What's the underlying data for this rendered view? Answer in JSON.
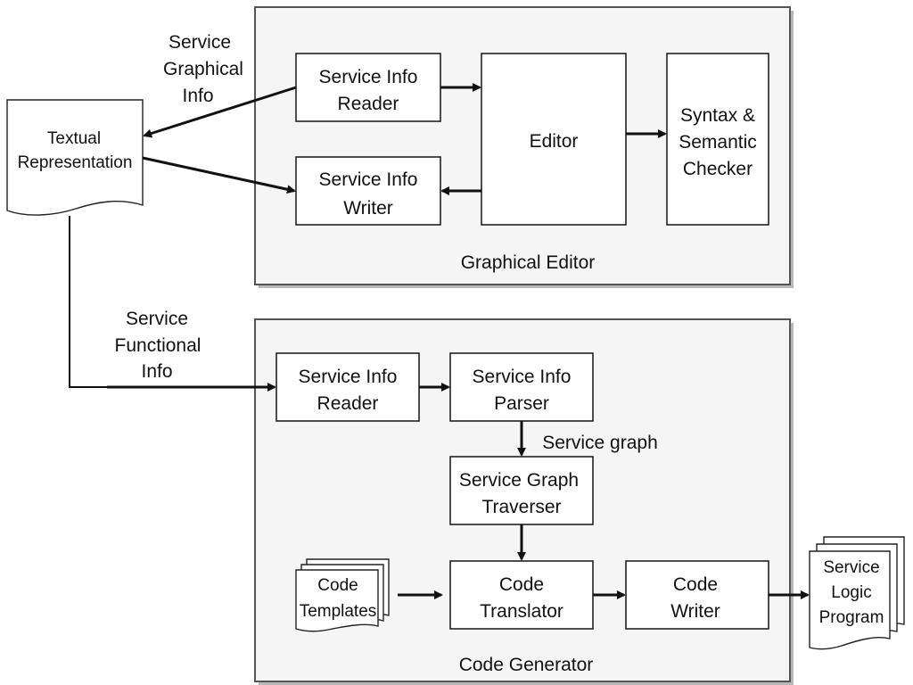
{
  "colors": {
    "group_fill": "#f5f5f5",
    "group_border": "#555555",
    "node_fill": "#ffffff",
    "stroke": "#111111"
  },
  "groups": {
    "graphical_editor": {
      "label": "Graphical Editor"
    },
    "code_generator": {
      "label": "Code Generator"
    }
  },
  "nodes": {
    "ge_reader": {
      "lines": [
        "Service Info",
        "Reader"
      ]
    },
    "ge_writer": {
      "lines": [
        "Service Info",
        "Writer"
      ]
    },
    "editor": {
      "lines": [
        "Editor"
      ]
    },
    "checker": {
      "lines": [
        "Syntax &",
        "Semantic",
        "Checker"
      ]
    },
    "cg_reader": {
      "lines": [
        "Service Info",
        "Reader"
      ]
    },
    "parser": {
      "lines": [
        "Service Info",
        "Parser"
      ]
    },
    "traverser": {
      "lines": [
        "Service Graph",
        "Traverser"
      ]
    },
    "translator": {
      "lines": [
        "Code",
        "Translator"
      ]
    },
    "writer": {
      "lines": [
        "Code",
        "Writer"
      ]
    }
  },
  "documents": {
    "textual": {
      "lines": [
        "Textual",
        "Representation"
      ]
    },
    "templates": {
      "lines": [
        "Code",
        "Templates"
      ]
    },
    "program": {
      "lines": [
        "Service",
        "Logic",
        "Program"
      ]
    }
  },
  "edge_labels": {
    "graphical_info": {
      "lines": [
        "Service",
        "Graphical",
        "Info"
      ]
    },
    "functional_info": {
      "lines": [
        "Service",
        "Functional",
        "Info"
      ]
    },
    "service_graph": "Service graph"
  },
  "edges": [
    {
      "from": "ge_reader",
      "to": "textual"
    },
    {
      "from": "textual",
      "to": "ge_writer"
    },
    {
      "from": "ge_reader",
      "to": "editor"
    },
    {
      "from": "editor",
      "to": "ge_writer"
    },
    {
      "from": "editor",
      "to": "checker"
    },
    {
      "from": "textual",
      "to": "cg_reader"
    },
    {
      "from": "cg_reader",
      "to": "parser"
    },
    {
      "from": "parser",
      "to": "traverser",
      "label": "Service graph"
    },
    {
      "from": "traverser",
      "to": "translator"
    },
    {
      "from": "templates",
      "to": "translator"
    },
    {
      "from": "translator",
      "to": "writer"
    },
    {
      "from": "writer",
      "to": "program"
    }
  ]
}
